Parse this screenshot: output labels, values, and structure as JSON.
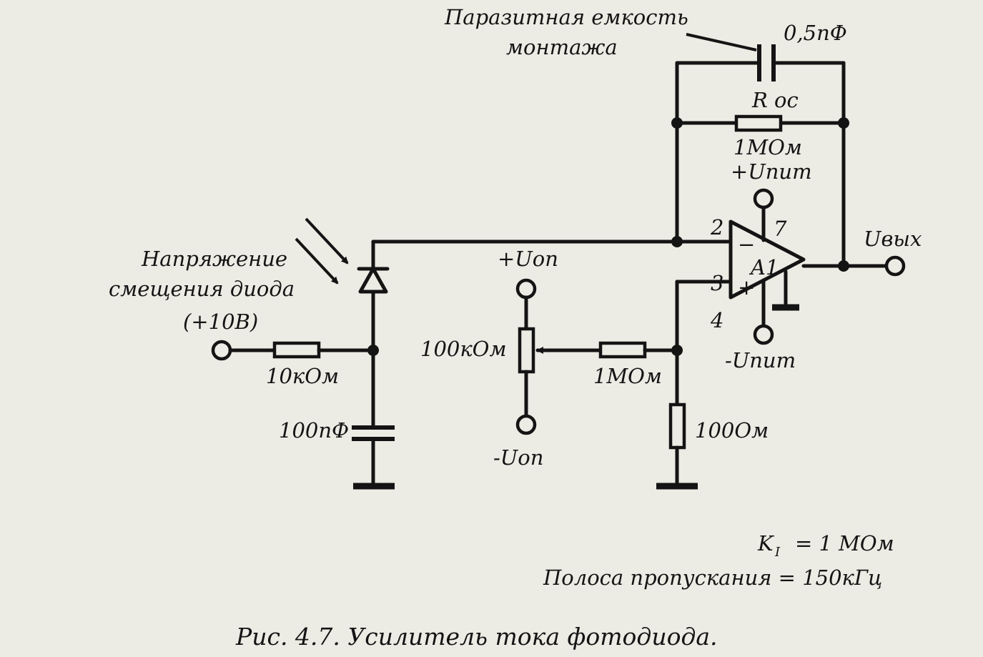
{
  "labels": {
    "parasitic_line1": "Паразитная емкость",
    "parasitic_line2": "монтажа",
    "c_parasitic": "0,5пФ",
    "r_fb_name": "R ос",
    "r_fb_value": "1МОм",
    "v_supply_pos": "+Uпит",
    "v_supply_neg": "-Uпит",
    "pin2": "2",
    "pin3": "3",
    "pin4": "4",
    "pin7": "7",
    "opamp_name": "A1",
    "minus": "−",
    "plus": "+",
    "v_out": "Uвых",
    "bias_line1": "Напряжение",
    "bias_line2": "смещения диода",
    "bias_line3": "(+10В)",
    "r_bias": "10кОм",
    "c_bias": "100пФ",
    "v_ref_pos": "+Uоп",
    "v_ref_neg": "-Uоп",
    "pot_value": "100кОм",
    "r_offset": "1МОм",
    "r_ground": "100Ом",
    "gain": "K",
    "gain_sub": "I",
    "gain_eq": "=  1  МОм",
    "bandwidth": "Полоса пропускания = 150кГц",
    "caption": "Рис.  4.7.  Усилитель  тока  фотодиода."
  },
  "icons": {
    "photodiode": "photodiode-icon",
    "light": "incident-light-arrows-icon",
    "ground": "ground-icon",
    "opamp": "opamp-triangle-icon"
  },
  "colors": {
    "paper": "#ecebe4",
    "ink": "#141414"
  }
}
